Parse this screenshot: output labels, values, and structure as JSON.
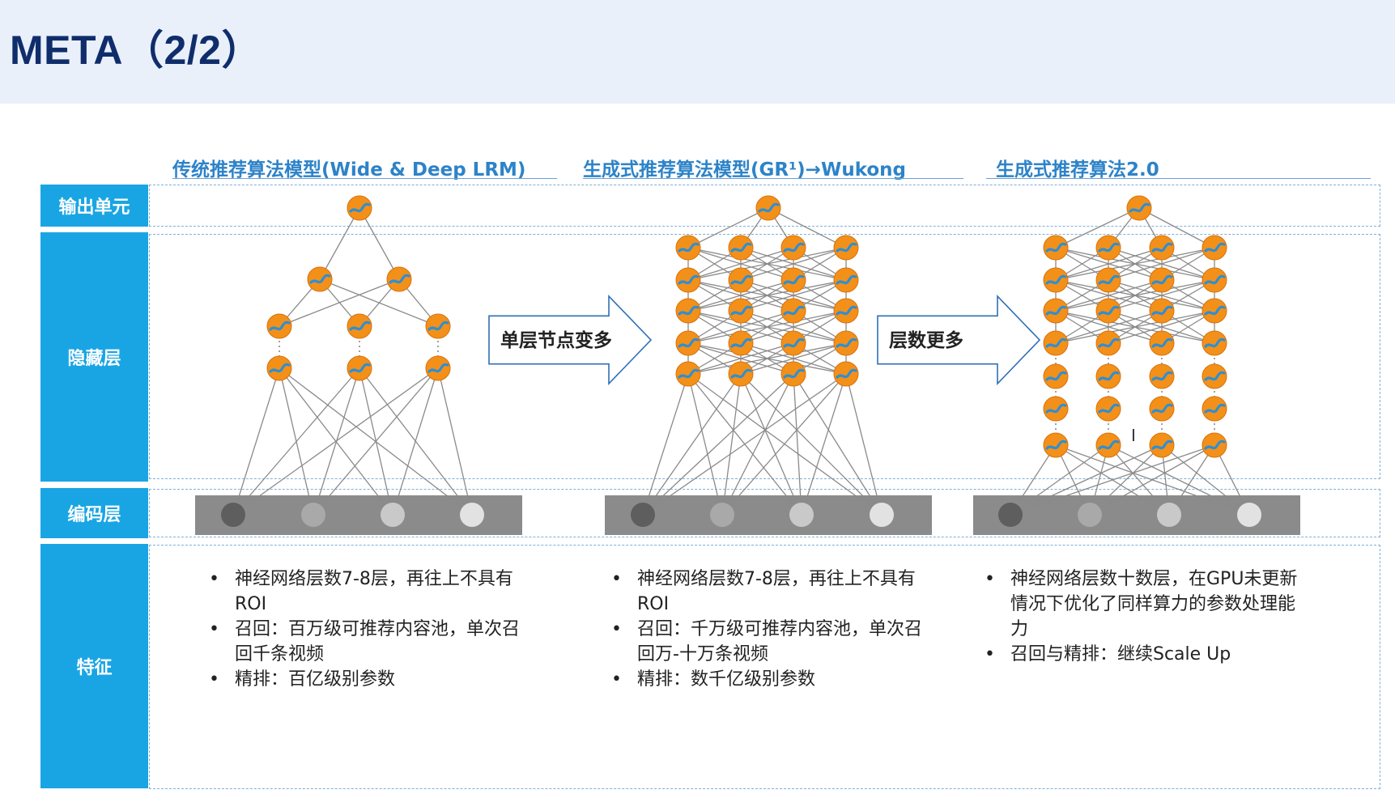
{
  "title": "META（2/2）",
  "columns": [
    {
      "heading": "传统推荐算法模型(Wide & Deep LRM)"
    },
    {
      "heading": "生成式推荐算法模型(GR¹)→Wukong"
    },
    {
      "heading": "生成式推荐算法2.0"
    }
  ],
  "rows": {
    "output": "输出单元",
    "hidden": "隐藏层",
    "encoding": "编码层",
    "features": "特征"
  },
  "arrows": [
    {
      "label": "单层节点变多"
    },
    {
      "label": "层数更多"
    }
  ],
  "features": [
    [
      "神经网络层数7-8层，再往上不具有ROI",
      "召回：百万级可推荐内容池，单次召回千条视频",
      "精排：百亿级别参数"
    ],
    [
      "神经网络层数7-8层，再往上不具有ROI",
      "召回：千万级可推荐内容池，单次召回万-十万条视频",
      "精排：数千亿级别参数"
    ],
    [
      "神经网络层数十数层，在GPU未更新情况下优化了同样算力的参数处理能力",
      "召回与精排：继续Scale Up"
    ]
  ],
  "colors": {
    "header_bg": "#e9f0fa",
    "title": "#102d6b",
    "label_bg": "#19a5e4",
    "node": "#f39019",
    "node_wave": "#2e8fd3",
    "heading": "#2d83c8"
  },
  "icons": [
    "neuron-node-icon",
    "arrow-right-icon"
  ]
}
